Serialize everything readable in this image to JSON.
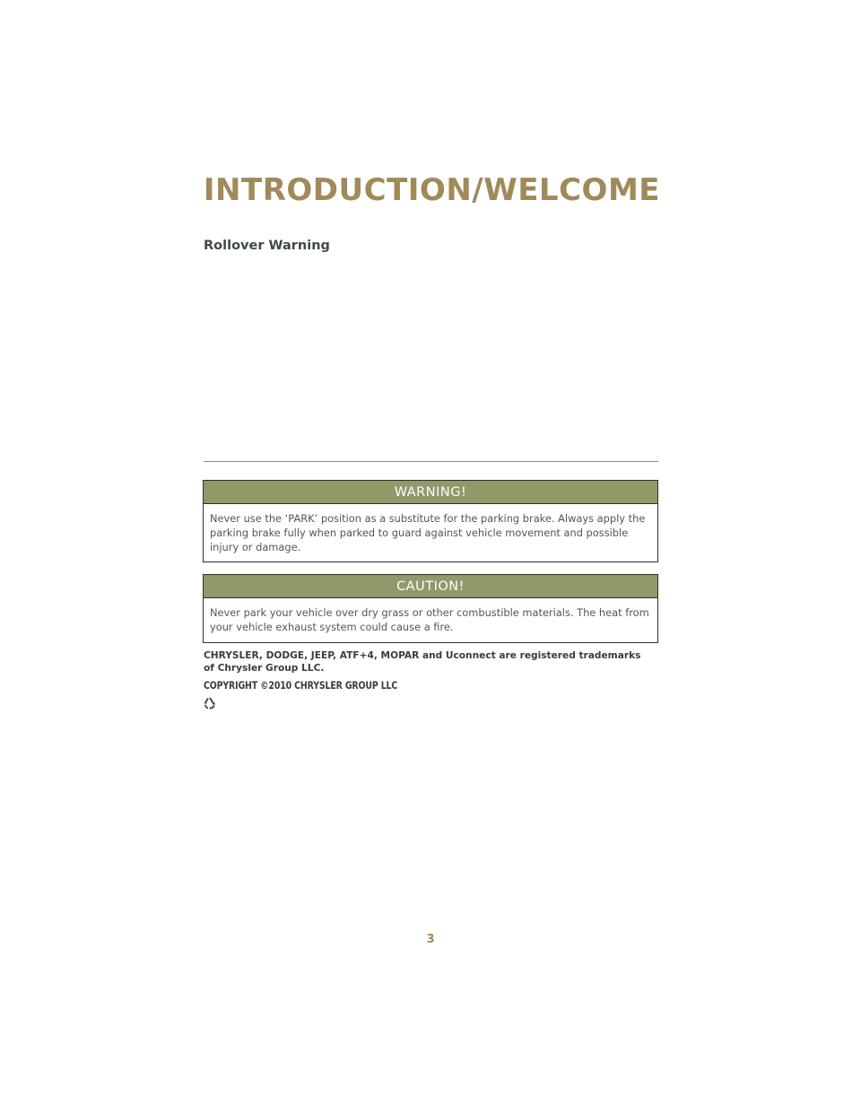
{
  "header": {
    "section_title": "INTRODUCTION/WELCOME"
  },
  "content": {
    "subheading": "Rollover Warning",
    "warning": {
      "title": "WARNING!",
      "text": "Never use the ‘PARK’ position as a substitute for the parking brake. Always apply the parking brake fully when parked to guard against vehicle movement and possible injury or damage."
    },
    "caution": {
      "title": "CAUTION!",
      "text": "Never park your vehicle over dry grass or other combustible materials. The heat from your vehicle exhaust system could cause a fire."
    },
    "trademark_notice": "CHRYSLER, DODGE, JEEP, ATF+4, MOPAR and Uconnect are registered trademarks of Chrysler Group LLC.",
    "copyright": "COPYRIGHT ©2010 CHRYSLER GROUP LLC",
    "recycle_icon": "recycle-icon"
  },
  "footer": {
    "page_number": "3"
  },
  "colors": {
    "title_gold": "#a08a5a",
    "notice_header_green": "#8f9a68",
    "border_dark": "#2f2f2f",
    "body_text": "#555555"
  }
}
